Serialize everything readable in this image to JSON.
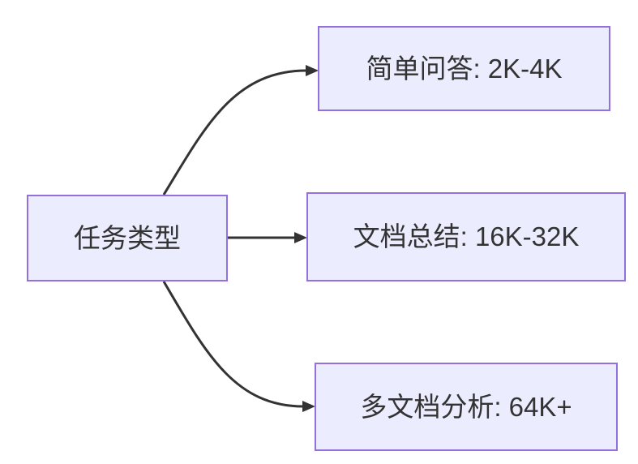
{
  "diagram": {
    "type": "flowchart-left-to-right",
    "root_node": {
      "label": "任务类型"
    },
    "branch_nodes": [
      {
        "label": "简单问答: 2K-4K"
      },
      {
        "label": "文档总结: 16K-32K"
      },
      {
        "label": "多文档分析: 64K+"
      }
    ],
    "edges": [
      {
        "from": "任务类型",
        "to": "简单问答: 2K-4K",
        "style": "curved-up-arrow"
      },
      {
        "from": "任务类型",
        "to": "文档总结: 16K-32K",
        "style": "straight-arrow"
      },
      {
        "from": "任务类型",
        "to": "多文档分析: 64K+",
        "style": "curved-down-arrow"
      }
    ],
    "colors": {
      "node_fill": "#ECECFF",
      "node_border": "#9370DB",
      "edge_stroke": "#333333",
      "text": "#333333",
      "background": "#FFFFFF"
    }
  }
}
